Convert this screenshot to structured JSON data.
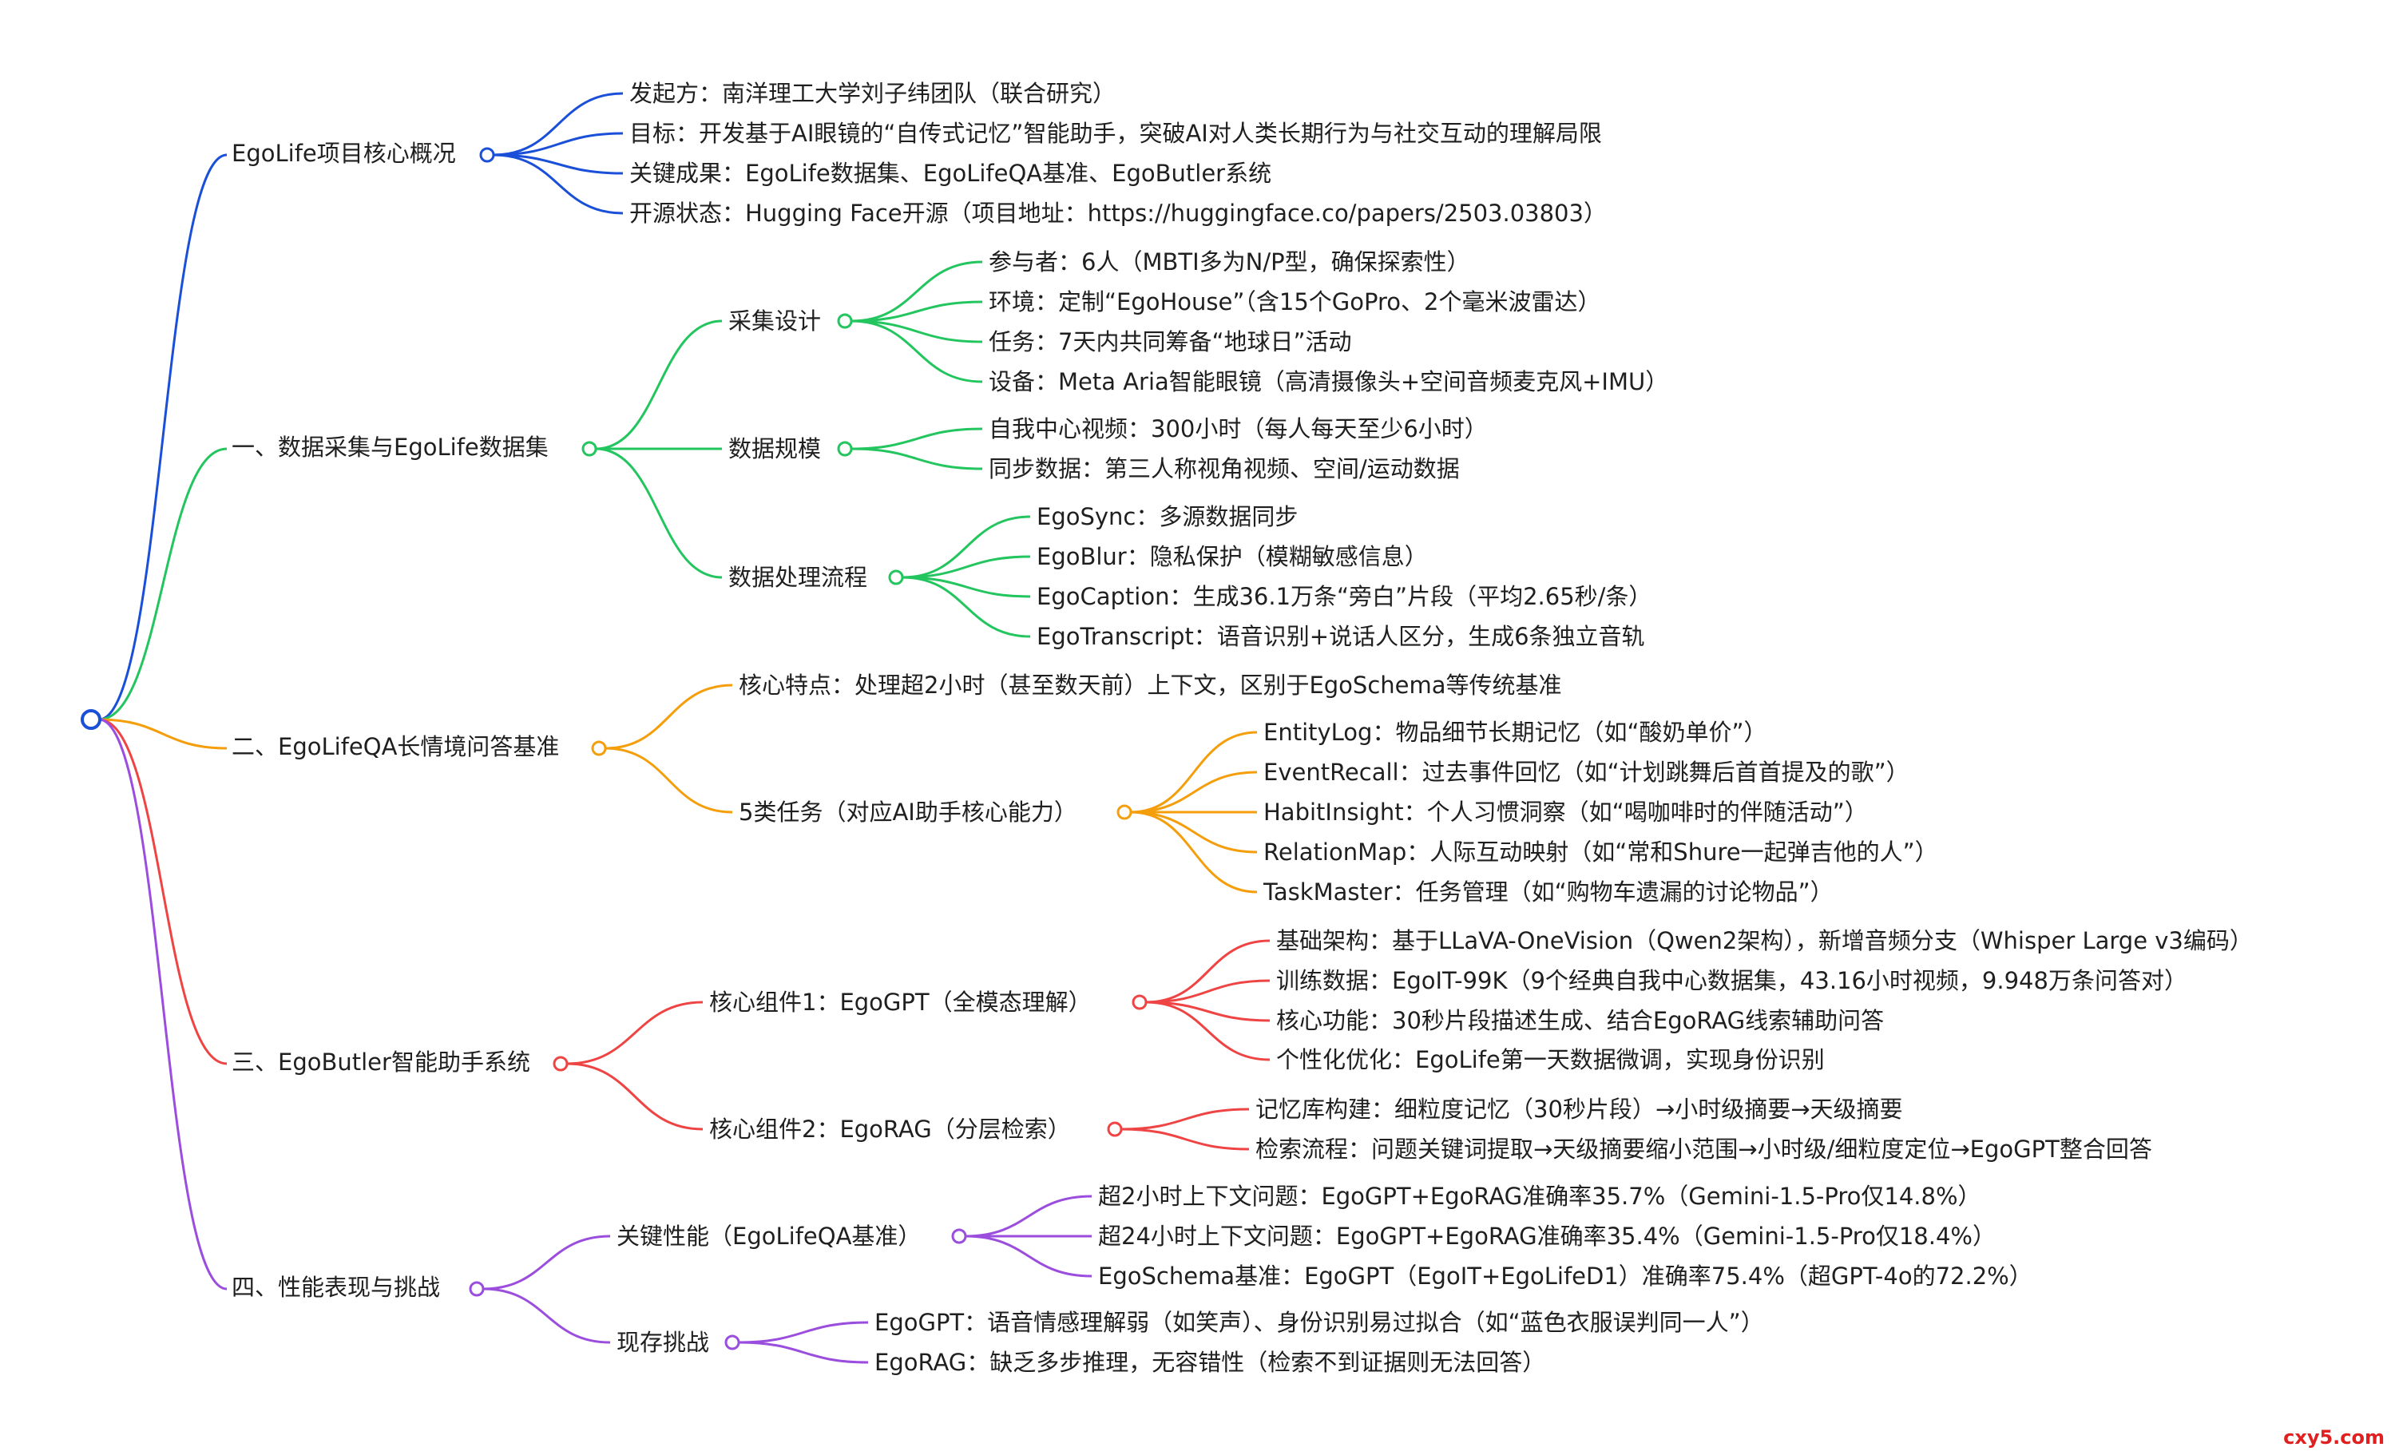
{
  "colors": {
    "root": "#1a4fd8",
    "overview": "#1a4fd8",
    "data": "#22c55e",
    "qa": "#f59e0b",
    "butler": "#ef4444",
    "perf": "#9b4dde"
  },
  "branches": [
    {
      "label": "EgoLife项目核心概况",
      "color_key": "overview",
      "children": [
        {
          "label": "发起方：南洋理工大学刘子纬团队（联合研究）"
        },
        {
          "label": "目标：开发基于AI眼镜的“自传式记忆”智能助手，突破AI对人类长期行为与社交互动的理解局限"
        },
        {
          "label": "关键成果：EgoLife数据集、EgoLifeQA基准、EgoButler系统"
        },
        {
          "label": "开源状态：Hugging Face开源（项目地址：https://huggingface.co/papers/2503.03803）"
        }
      ]
    },
    {
      "label": "一、数据采集与EgoLife数据集",
      "color_key": "data",
      "children": [
        {
          "label": "采集设计",
          "children": [
            {
              "label": "参与者：6人（MBTI多为N/P型，确保探索性）"
            },
            {
              "label": "环境：定制“EgoHouse”（含15个GoPro、2个毫米波雷达）"
            },
            {
              "label": "任务：7天内共同筹备“地球日”活动"
            },
            {
              "label": "设备：Meta Aria智能眼镜（高清摄像头+空间音频麦克风+IMU）"
            }
          ]
        },
        {
          "label": "数据规模",
          "children": [
            {
              "label": "自我中心视频：300小时（每人每天至少6小时）"
            },
            {
              "label": "同步数据：第三人称视角视频、空间/运动数据"
            }
          ]
        },
        {
          "label": "数据处理流程",
          "children": [
            {
              "label": "EgoSync：多源数据同步"
            },
            {
              "label": "EgoBlur：隐私保护（模糊敏感信息）"
            },
            {
              "label": "EgoCaption：生成36.1万条“旁白”片段（平均2.65秒/条）"
            },
            {
              "label": "EgoTranscript：语音识别+说话人区分，生成6条独立音轨"
            }
          ]
        }
      ]
    },
    {
      "label": "二、EgoLifeQA长情境问答基准",
      "color_key": "qa",
      "children": [
        {
          "label": "核心特点：处理超2小时（甚至数天前）上下文，区别于EgoSchema等传统基准"
        },
        {
          "label": "5类任务（对应AI助手核心能力）",
          "children": [
            {
              "label": "EntityLog：物品细节长期记忆（如“酸奶单价”）"
            },
            {
              "label": "EventRecall：过去事件回忆（如“计划跳舞后首首提及的歌”）"
            },
            {
              "label": "HabitInsight：个人习惯洞察（如“喝咖啡时的伴随活动”）"
            },
            {
              "label": "RelationMap：人际互动映射（如“常和Shure一起弹吉他的人”）"
            },
            {
              "label": "TaskMaster：任务管理（如“购物车遗漏的讨论物品”）"
            }
          ]
        }
      ]
    },
    {
      "label": "三、EgoButler智能助手系统",
      "color_key": "butler",
      "children": [
        {
          "label": "核心组件1：EgoGPT（全模态理解）",
          "children": [
            {
              "label": "基础架构：基于LLaVA-OneVision（Qwen2架构），新增音频分支（Whisper Large v3编码）"
            },
            {
              "label": "训练数据：EgoIT-99K（9个经典自我中心数据集，43.16小时视频，9.948万条问答对）"
            },
            {
              "label": "核心功能：30秒片段描述生成、结合EgoRAG线索辅助问答"
            },
            {
              "label": "个性化优化：EgoLife第一天数据微调，实现身份识别"
            }
          ]
        },
        {
          "label": "核心组件2：EgoRAG（分层检索）",
          "children": [
            {
              "label": "记忆库构建：细粒度记忆（30秒片段）→小时级摘要→天级摘要"
            },
            {
              "label": "检索流程：问题关键词提取→天级摘要缩小范围→小时级/细粒度定位→EgoGPT整合回答"
            }
          ]
        }
      ]
    },
    {
      "label": "四、性能表现与挑战",
      "color_key": "perf",
      "children": [
        {
          "label": "关键性能（EgoLifeQA基准）",
          "children": [
            {
              "label": "超2小时上下文问题：EgoGPT+EgoRAG准确率35.7%（Gemini-1.5-Pro仅14.8%）"
            },
            {
              "label": "超24小时上下文问题：EgoGPT+EgoRAG准确率35.4%（Gemini-1.5-Pro仅18.4%）"
            },
            {
              "label": "EgoSchema基准：EgoGPT（EgoIT+EgoLifeD1）准确率75.4%（超GPT-4o的72.2%）"
            }
          ]
        },
        {
          "label": "现存挑战",
          "children": [
            {
              "label": "EgoGPT：语音情感理解弱（如笑声）、身份识别易过拟合（如“蓝色衣服误判同一人”）"
            },
            {
              "label": "EgoRAG：缺乏多步推理，无容错性（检索不到证据则无法回答）"
            }
          ]
        }
      ]
    }
  ],
  "watermark": "cxy5.com"
}
